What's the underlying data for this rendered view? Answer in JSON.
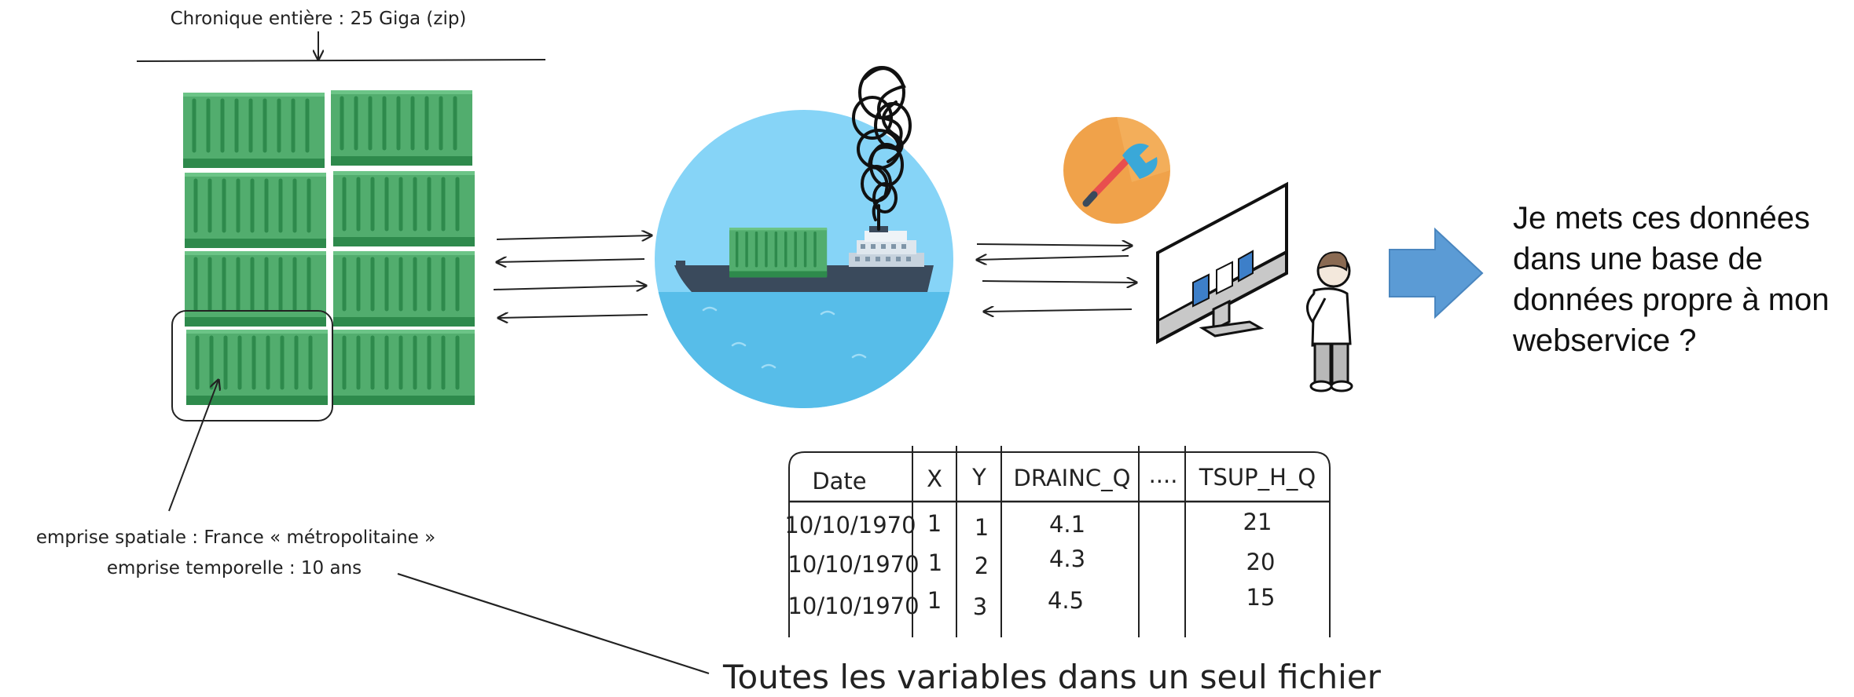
{
  "labels": {
    "full_series": "Chronique entière : 25 Giga (zip)",
    "spatial_extent": "emprise spatiale : France « métropolitaine »",
    "temporal_extent": "emprise temporelle : 10 ans",
    "single_file": "Toutes les variables dans un seul fichier"
  },
  "question_lines": [
    "Je mets ces données",
    "dans une base de",
    "données propre à mon",
    "webservice ?"
  ],
  "table": {
    "columns": [
      "Date",
      "X",
      "Y",
      "DRAINC_Q",
      "....",
      "TSUP_H_Q"
    ],
    "rows": [
      [
        "10/10/1970",
        "1",
        "1",
        "4.1",
        "",
        "21"
      ],
      [
        "10/10/1970",
        "1",
        "2",
        "4.3",
        "",
        "20"
      ],
      [
        "10/10/1970",
        "1",
        "3",
        "4.5",
        "",
        "15"
      ]
    ]
  },
  "colors": {
    "container_green": "#52ad6e",
    "container_dark": "#2e8a4c",
    "sea_sky": "#86d4f7",
    "sea_water": "#57bde9",
    "ship_hull": "#3a4a5c",
    "arrow_blue": "#5b9bd5",
    "tool_orange": "#f0a24a"
  },
  "icons": {
    "containers": "shipping-container-icon",
    "ship": "cargo-ship-icon",
    "tool": "wrench-tool-icon",
    "monitor": "computer-monitor-icon",
    "person": "thinking-person-icon",
    "next": "right-arrow-icon"
  }
}
